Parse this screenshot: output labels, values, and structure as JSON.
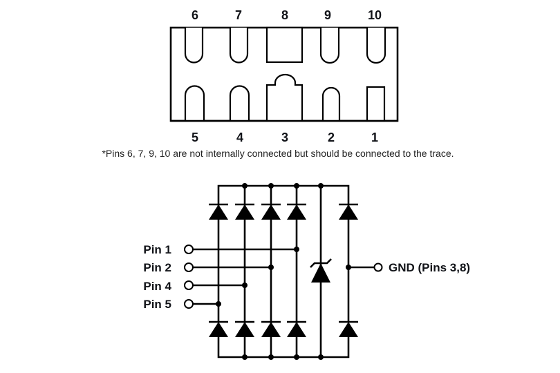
{
  "package": {
    "top_pins": [
      "6",
      "7",
      "8",
      "9",
      "10"
    ],
    "bottom_pins": [
      "5",
      "4",
      "3",
      "2",
      "1"
    ],
    "footnote": "*Pins 6, 7, 9, 10 are not internally connected but should be connected to the trace."
  },
  "schematic": {
    "inputs": [
      {
        "label": "Pin 1"
      },
      {
        "label": "Pin 2"
      },
      {
        "label": "Pin 4"
      },
      {
        "label": "Pin 5"
      }
    ],
    "ground_label": "GND (Pins 3,8)",
    "steering_diode_pairs": 4,
    "zener_count": 1,
    "ground_diode_pairs": 1
  }
}
